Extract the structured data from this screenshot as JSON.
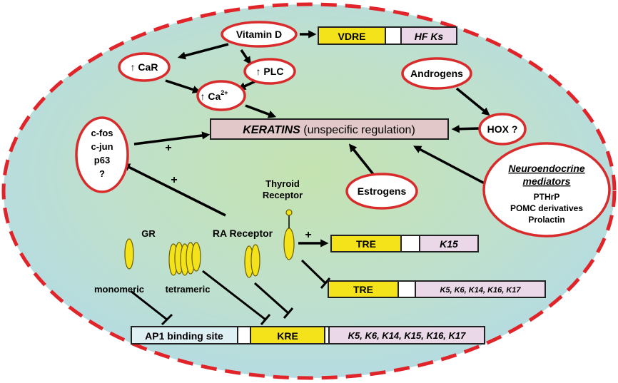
{
  "colors": {
    "cell_border": "#e0242a",
    "node_border": "#d92b2b",
    "receptor_fill": "#f4e21a",
    "gene_box": "#ead7e8",
    "keratin_box": "#e2c8c8"
  },
  "nodes": {
    "vitamin_d": "Vitamin D",
    "car": "↑ CaR",
    "plc": "↑ PLC",
    "ca_base": "↑ Ca",
    "ca_sup": "2+",
    "androgens": "Androgens",
    "hox": "HOX ?",
    "estrogens": "Estrogens",
    "tf_lines": [
      "c-fos",
      "c-jun",
      "p63",
      "?"
    ],
    "neuro_title_1": "Neuroendocrine",
    "neuro_title_2": "mediators",
    "neuro_items": [
      "PTHrP",
      "POMC derivatives",
      "Prolactin"
    ]
  },
  "keratins": {
    "italic": "KERATINS",
    "rest": " (unspecific regulation)"
  },
  "vdre_row": {
    "element": "VDRE",
    "gene": "HF Ks"
  },
  "tre_row_1": {
    "element": "TRE",
    "gene": "K15"
  },
  "tre_row_2": {
    "element": "TRE",
    "gene": "K5, K6, K14, K16, K17"
  },
  "bottom_row": {
    "ap1": "AP1 binding site",
    "kre": "KRE",
    "genes": "K5, K6, K14, K15, K16, K17"
  },
  "receptors": {
    "gr": "GR",
    "monomeric": "monomeric",
    "tetrameric": "tetrameric",
    "ra": "RA Receptor",
    "thyroid_1": "Thyroid",
    "thyroid_2": "Receptor"
  },
  "plus_signs": [
    "+",
    "+",
    "+"
  ]
}
